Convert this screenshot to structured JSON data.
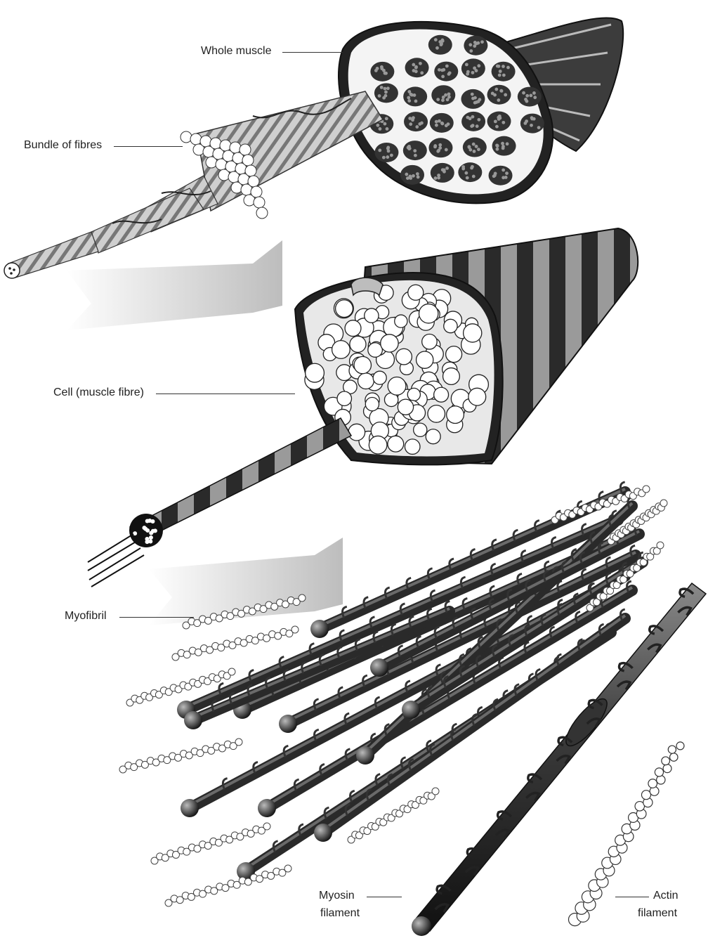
{
  "labels": {
    "whole_muscle": "Whole muscle",
    "bundle_of_fibres": "Bundle of fibres",
    "cell_muscle_fibre": "Cell (muscle fibre)",
    "myofibril": "Myofibril",
    "myosin_line1": "Myosin",
    "myosin_line2": "filament",
    "actin_line1": "Actin",
    "actin_line2": "filament"
  },
  "colors": {
    "ink": "#1a1a1a",
    "dark": "#2b2b2b",
    "mid": "#7a7a7a",
    "light": "#d6d6d6",
    "arrow_gradient_start": "#bdbdbd",
    "arrow_gradient_end": "#ffffff"
  }
}
